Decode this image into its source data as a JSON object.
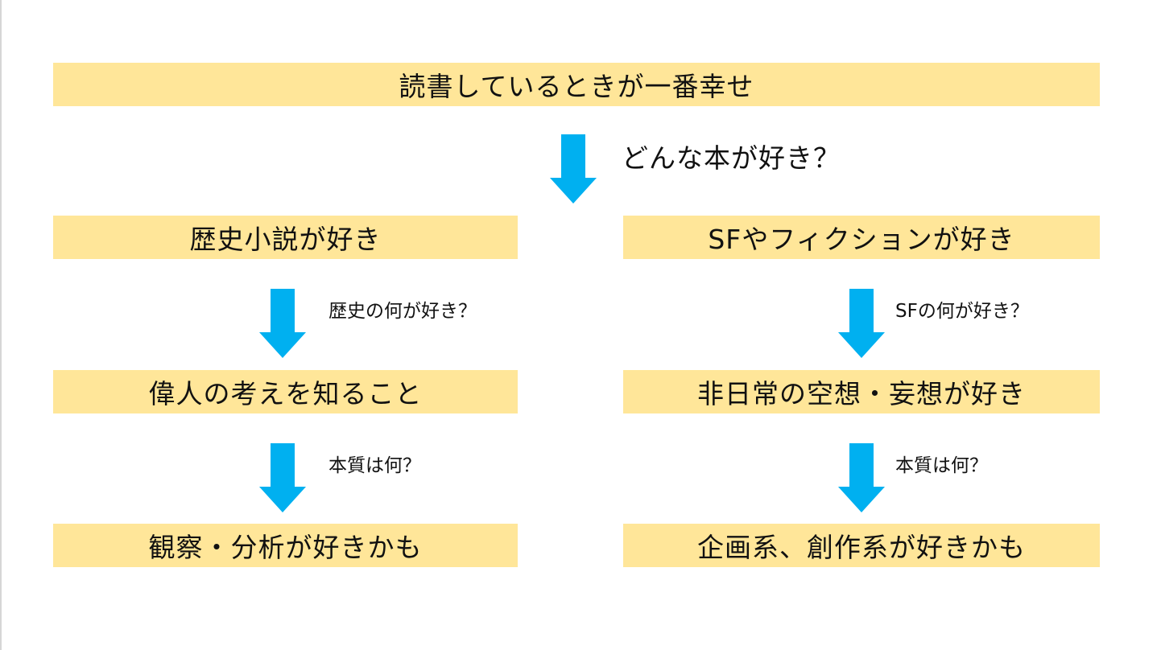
{
  "colors": {
    "box_fill": "#ffe699",
    "arrow": "#00b0f0"
  },
  "top": {
    "title": "読書しているときが一番幸せ",
    "question": "どんな本が好き？"
  },
  "left": {
    "level1": "歴史小説が好き",
    "q1": "歴史の何が好き？",
    "level2": "偉人の考えを知ること",
    "q2": "本質は何？",
    "level3": "観察・分析が好きかも"
  },
  "right": {
    "level1": "SFやフィクションが好き",
    "q1": "SFの何が好き？",
    "level2": "非日常の空想・妄想が好き",
    "q2": "本質は何？",
    "level3": "企画系、創作系が好きかも"
  }
}
